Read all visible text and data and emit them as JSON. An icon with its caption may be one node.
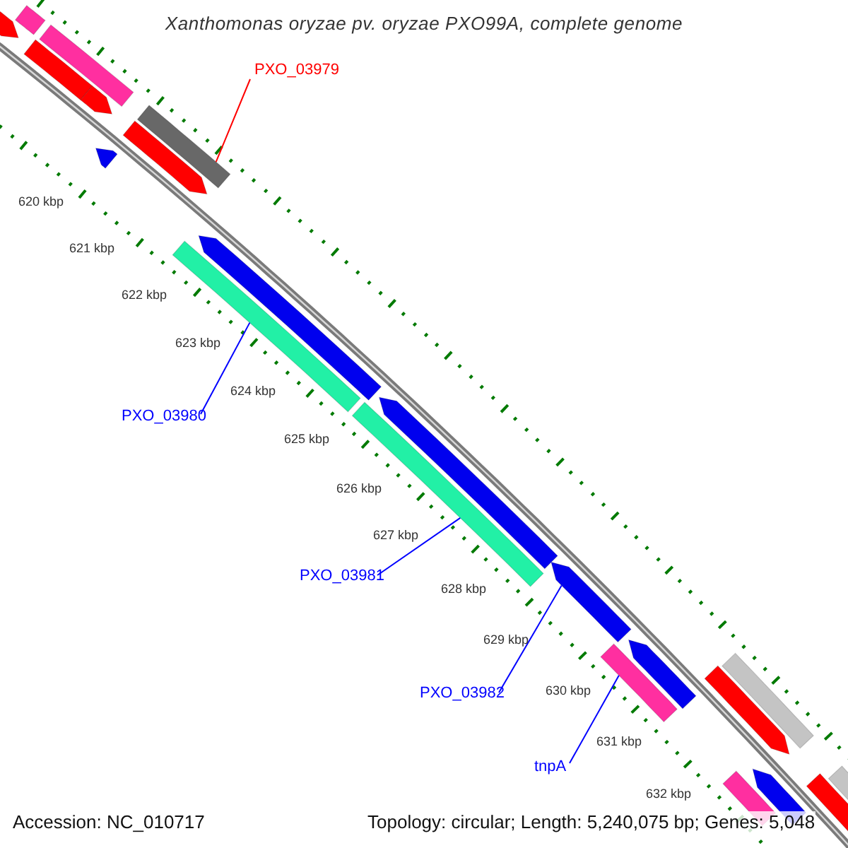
{
  "diagram": {
    "title": "Xanthomonas oryzae pv. oryzae PXO99A, complete genome",
    "nodes": [
      {
        "text": [
          "PXO_03979"
        ]
      },
      {
        "text": [],
        "shape": "bar"
      },
      {
        "text": [
          "PXO_03980"
        ]
      },
      {
        "text": [],
        "shape": "bar"
      },
      {
        "text": [
          "PXO_03981"
        ]
      },
      {
        "text": [],
        "shape": "bar"
      },
      {
        "text": [
          "PXO_03982"
        ]
      },
      {
        "text": [],
        "shape": "bar"
      },
      {
        "text": [
          "tnpA"
        ]
      },
      {
        "text": [],
        "shape": "bar"
      }
    ],
    "edges": [
      {
        "from": 0,
        "to": 1,
        "arrow": "none",
        "color": "#ff0000"
      },
      {
        "from": 2,
        "to": 3,
        "arrow": "none"
      },
      {
        "from": 4,
        "to": 5,
        "arrow": "none"
      },
      {
        "from": 6,
        "to": 7,
        "arrow": "none"
      },
      {
        "from": 8,
        "to": 9,
        "arrow": "none"
      }
    ],
    "labels": [
      "620 kbp",
      "621 kbp",
      "622 kbp",
      "623 kbp",
      "624 kbp",
      "625 kbp",
      "626 kbp",
      "627 kbp",
      "628 kbp",
      "629 kbp",
      "630 kbp",
      "631 kbp",
      "632 kbp",
      "Accession: NC_010717",
      "Topology: circular; Length: 5,240,075 bp; Genes: 5,048"
    ]
  }
}
